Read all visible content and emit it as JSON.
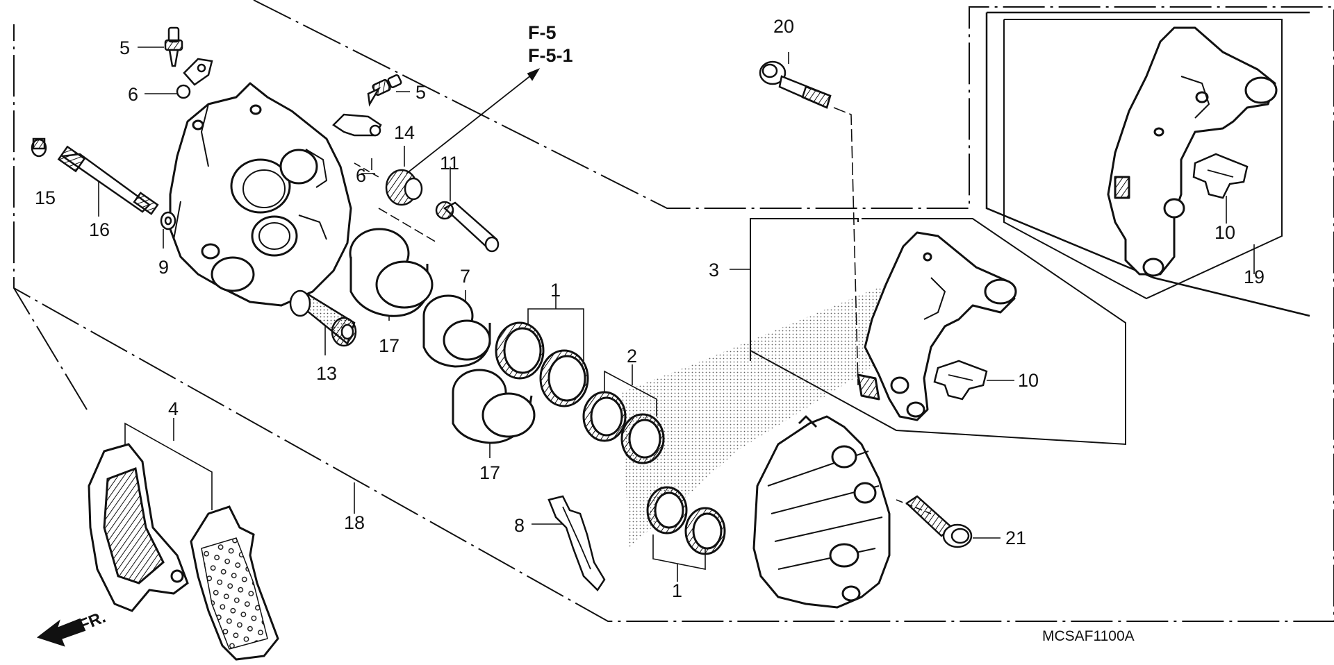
{
  "diagram": {
    "references": [
      "F-5",
      "F-5-1"
    ],
    "drawing_code": "MCSAF1100A",
    "direction_label": "FR.",
    "labels": {
      "p1a": "1",
      "p1b": "1",
      "p2": "2",
      "p3": "3",
      "p4": "4",
      "p5a": "5",
      "p5b": "5",
      "p6a": "6",
      "p6b": "6",
      "p7": "7",
      "p8": "8",
      "p9": "9",
      "p10a": "10",
      "p10b": "10",
      "p11": "11",
      "p13": "13",
      "p14": "14",
      "p15": "15",
      "p16": "16",
      "p17a": "17",
      "p17b": "17",
      "p18": "18",
      "p19": "19",
      "p20": "20",
      "p21": "21"
    }
  }
}
